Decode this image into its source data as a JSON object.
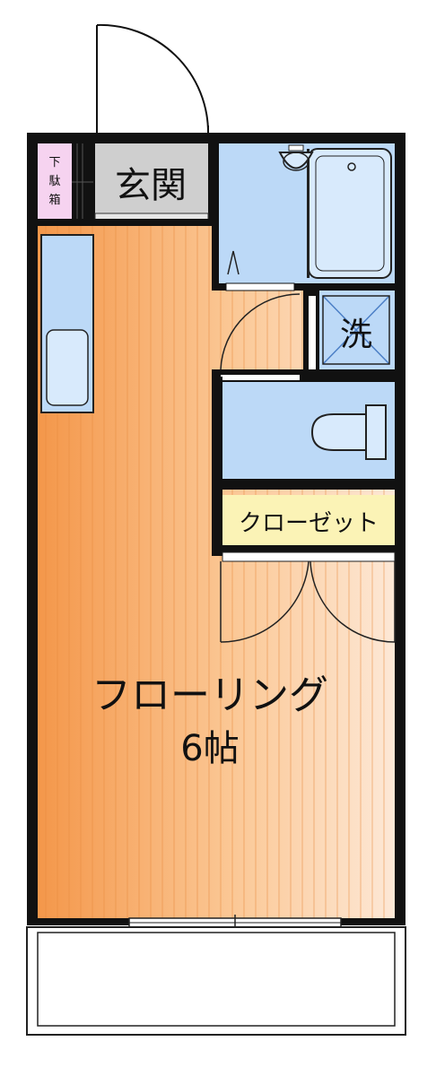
{
  "rooms": {
    "entrance": "玄関",
    "shoe_box_chars": [
      "下",
      "駄",
      "箱"
    ],
    "washer": "洗",
    "closet": "クローゼット",
    "main_room": "フローリング",
    "main_room_size": "6帖"
  },
  "colors": {
    "wall": "#111111",
    "floor_dark": "#f4974a",
    "floor_light": "#fde8d6",
    "wet_area": "#bcd9f7",
    "fixture": "#d8eafc",
    "entrance_floor": "#cfcfcf",
    "shoe_box": "#f6d3f0",
    "closet": "#fbf3b6",
    "balcony": "#ffffff"
  }
}
